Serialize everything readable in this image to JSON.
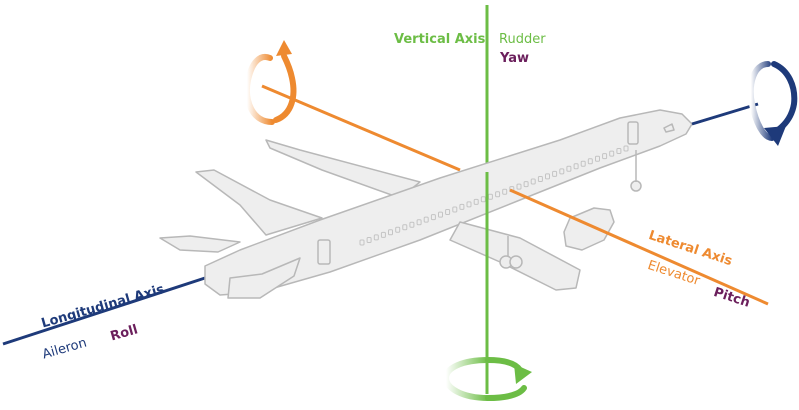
{
  "colors": {
    "longitudinal": "#1e3a7a",
    "lateral": "#ee8a30",
    "vertical": "#6cbd45",
    "motion": "#6b1f5c",
    "plane_fill": "#eeeeee",
    "plane_stroke": "#b8b8b8"
  },
  "labels": {
    "vertical_axis": "Vertical Axis",
    "rudder": "Rudder",
    "yaw": "Yaw",
    "lateral_axis": "Lateral Axis",
    "elevator": "Elevator",
    "pitch": "Pitch",
    "longitudinal_axis": "Longitudinal Axis",
    "aileron": "Aileron",
    "roll": "Roll"
  }
}
